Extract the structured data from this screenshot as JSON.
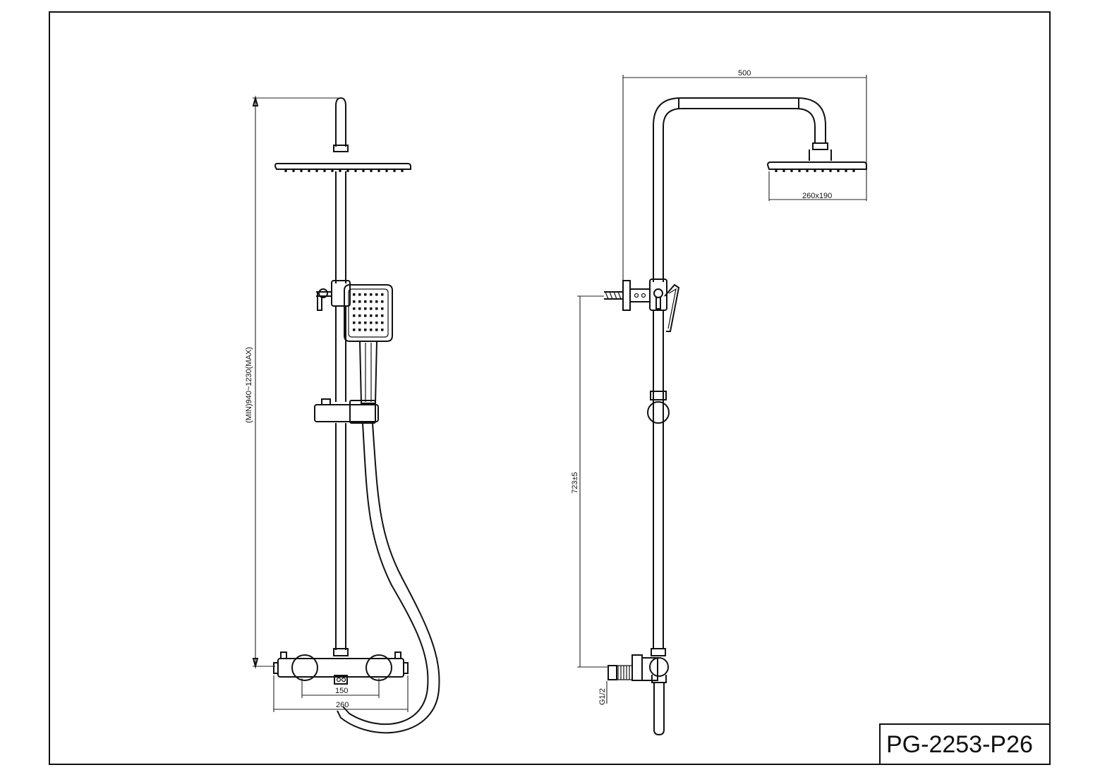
{
  "drawing": {
    "model_code": "PG-2253-P26",
    "front_view": {
      "height_label": "(MIN)940~1230(MAX)",
      "outlet_spacing_label": "150",
      "mixer_width_label": "260"
    },
    "side_view": {
      "reach_label": "500",
      "head_size_label": "260x190",
      "holder_height_label": "723±5",
      "thread_label": "G1/2"
    },
    "colors": {
      "line": "#111111",
      "background": "#ffffff"
    }
  }
}
